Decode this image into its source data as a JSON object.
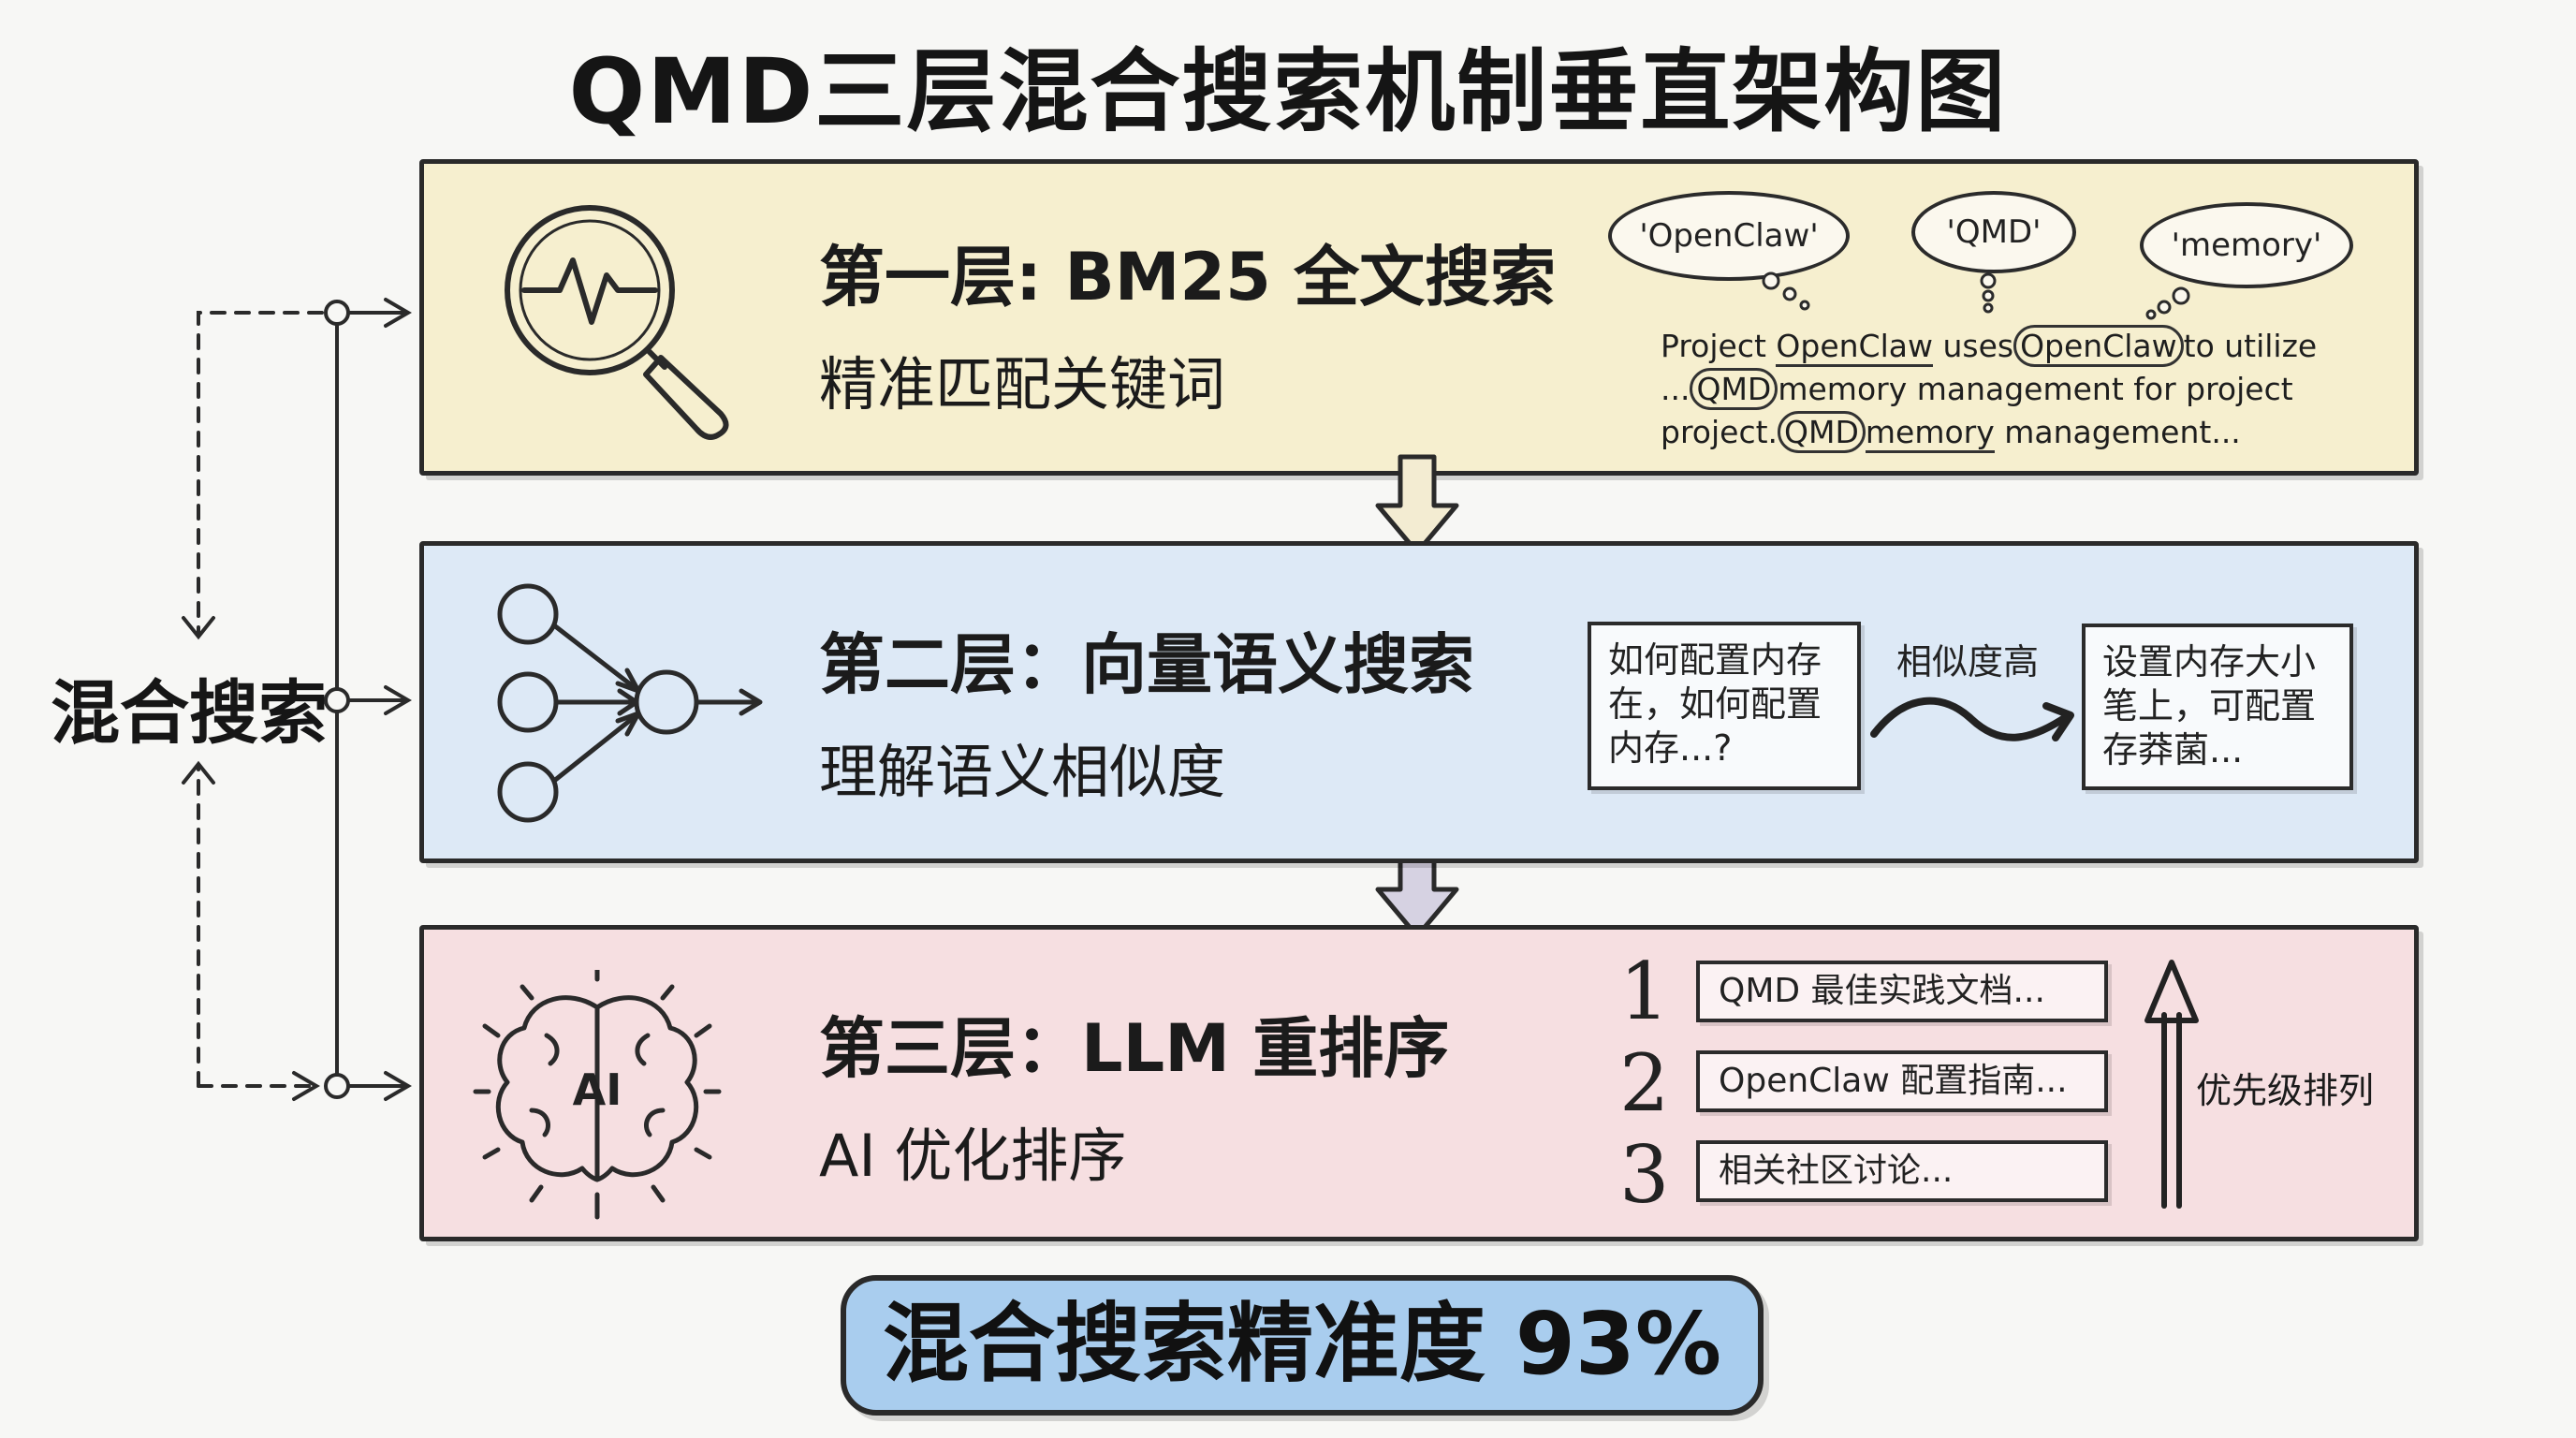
{
  "title": "QMD三层混合搜索机制垂直架构图",
  "left_label": "混合搜索",
  "layers": [
    {
      "title": "第一层: BM25 全文搜索",
      "subtitle": "精准匹配关键词",
      "icon": "magnifier-icon",
      "color": "#f6efcf",
      "keywords": [
        "'OpenClaw'",
        "'QMD'",
        "'memory'"
      ],
      "snippet_lines": [
        [
          "Project ",
          "OpenClaw",
          " uses",
          "OpenClaw",
          "to utilize"
        ],
        [
          "...",
          "QMD",
          "memory management for project"
        ],
        [
          "project.",
          "QMD",
          "memory",
          " management..."
        ]
      ]
    },
    {
      "title": "第二层：向量语义搜索",
      "subtitle": "理解语义相似度",
      "icon": "neural-network-icon",
      "color": "#dde9f6",
      "query_lines": [
        "如何配置内存",
        "在，如何配置",
        "内存...?"
      ],
      "similarity_label": "相似度高",
      "result_lines": [
        "设置内存大小",
        "笔上，可配置",
        "存莽菌..."
      ]
    },
    {
      "title": "第三层：LLM 重排序",
      "subtitle": "AI 优化排序",
      "icon": "ai-brain-icon",
      "icon_text": "AI",
      "color": "#f6dfe1",
      "ranks": [
        {
          "num": "1",
          "label": "QMD 最佳实践文档..."
        },
        {
          "num": "2",
          "label": "OpenClaw 配置指南..."
        },
        {
          "num": "3",
          "label": "相关社区讨论..."
        }
      ],
      "priority_label": "优先级排列"
    }
  ],
  "accuracy_badge": "混合搜索精准度 93%"
}
